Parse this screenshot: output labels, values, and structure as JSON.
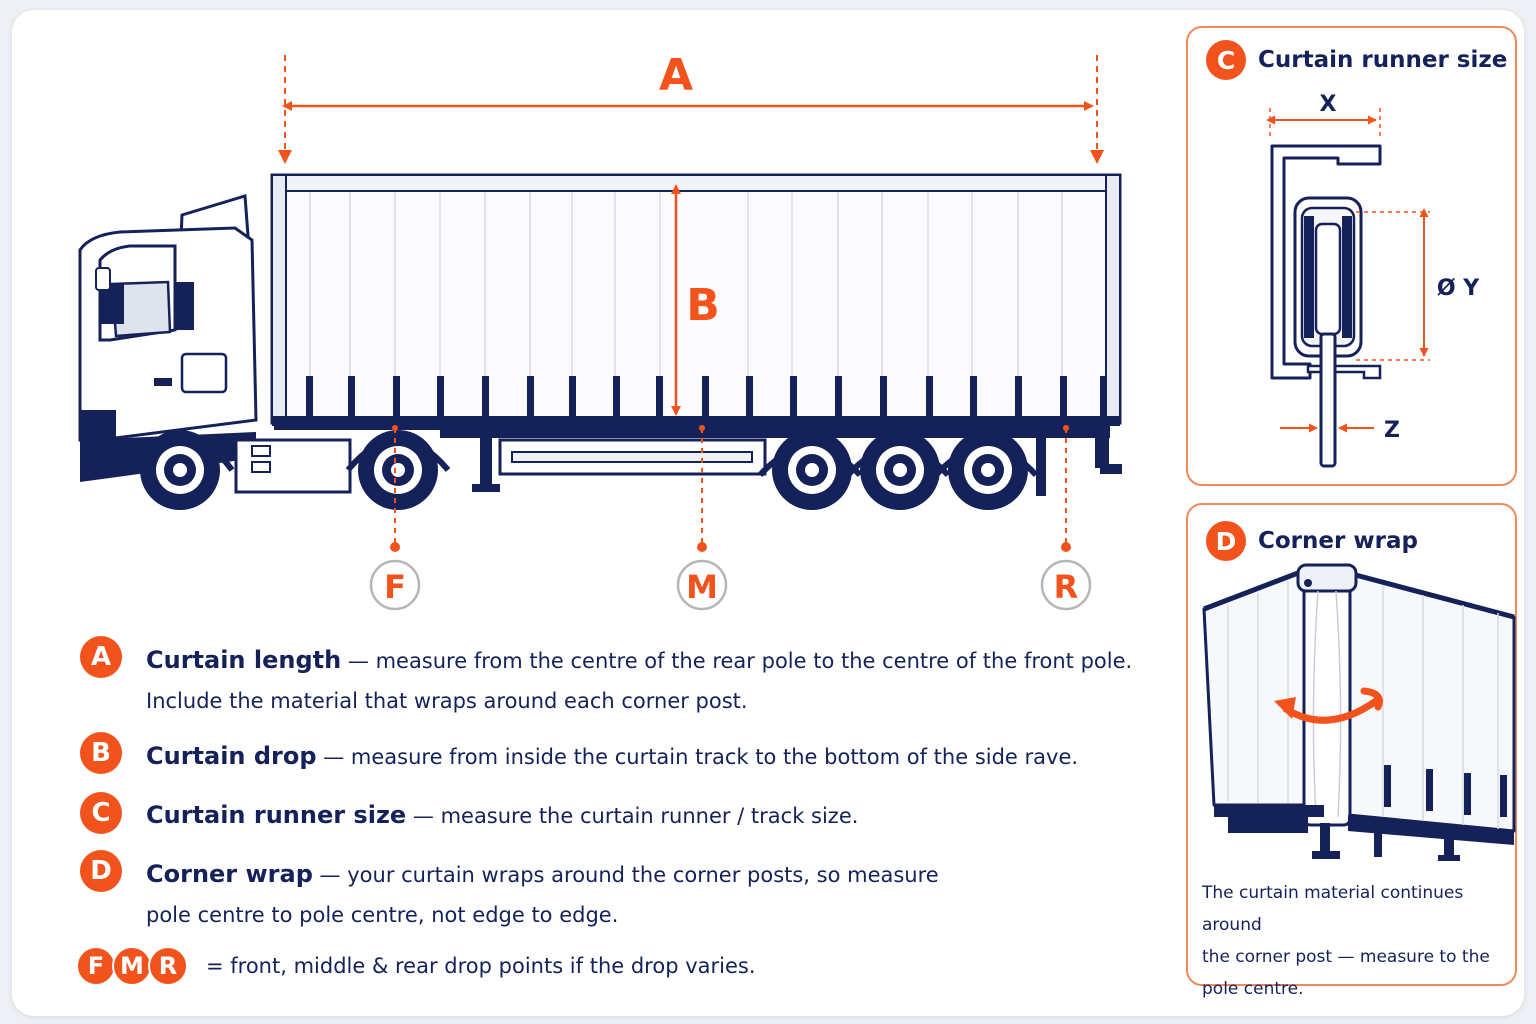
{
  "diagram": {
    "dimension_labels": {
      "a": "A",
      "b": "B",
      "f": "F",
      "m": "M",
      "r": "R"
    }
  },
  "panel_c": {
    "badge": "C",
    "title": "Curtain runner size",
    "label_x": "X",
    "label_y": "Ø Y",
    "label_z": "Z"
  },
  "panel_d": {
    "badge": "D",
    "title": "Corner wrap",
    "caption_lines": [
      "The curtain material continues around",
      "the corner post — measure to the",
      "pole centre."
    ]
  },
  "legend": [
    {
      "badge": "A",
      "term": "Curtain length",
      "separator": " — ",
      "desc_line1": "measure from the centre of the rear pole to the centre of the front pole.",
      "desc_line2": "Include the material that wraps around each corner post."
    },
    {
      "badge": "B",
      "term": "Curtain drop",
      "separator": " — ",
      "desc_line1": "measure from inside the curtain track to the bottom of the side rave."
    },
    {
      "badge": "C",
      "term": "Curtain runner size",
      "separator": " — ",
      "desc_line1": "measure the curtain runner / track size."
    },
    {
      "badge": "D",
      "term": "Corner wrap",
      "separator": " — ",
      "desc_line1": "your curtain wraps around the corner posts, so measure",
      "desc_line2": "pole centre to pole centre, not edge to edge."
    }
  ],
  "fmr_note": {
    "badges": [
      "F",
      "M",
      "R"
    ],
    "text": "=  front, middle & rear drop points if the drop varies."
  },
  "colors": {
    "accent": "#f2531c",
    "ink": "#15225a",
    "panel_border": "#f08a5d"
  }
}
